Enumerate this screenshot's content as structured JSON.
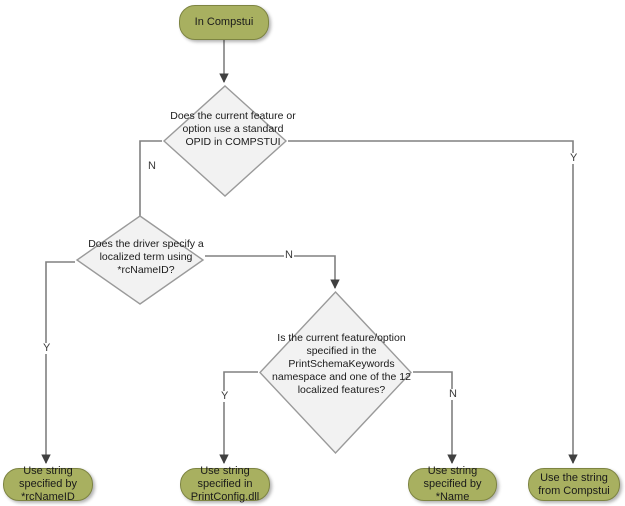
{
  "diagram": {
    "title": "Compstui string resolution flowchart",
    "colors": {
      "terminator_fill": "#a8b060",
      "terminator_stroke": "#7d8442",
      "decision_fill": "#f2f2f2",
      "decision_stroke": "#9a9a9a",
      "connector": "#808080",
      "arrowhead": "#404040",
      "text": "#1a1a1a"
    },
    "nodes": {
      "start": {
        "label": "In Compstui",
        "type": "terminator"
      },
      "decision_opid": {
        "label": "Does the current feature or option use a standard OPID in COMPSTUI",
        "type": "decision"
      },
      "decision_rcnameid": {
        "label": "Does the driver specify a localized term using *rcNameID?",
        "type": "decision"
      },
      "decision_printschema": {
        "label": "Is the current feature/option specified in the PrintSchemaKeywords namespace and one of the 12 localized features?",
        "type": "decision"
      },
      "end_rcnameid": {
        "label": "Use string specified by *rcNameID",
        "type": "terminator"
      },
      "end_printconfig": {
        "label": "Use string specified in PrintConfig.dll",
        "type": "terminator"
      },
      "end_name": {
        "label": "Use string specified by *Name",
        "type": "terminator"
      },
      "end_compstui": {
        "label": "Use the string from Compstui",
        "type": "terminator"
      }
    },
    "edge_labels": {
      "opid_no": "N",
      "opid_yes": "Y",
      "rcnameid_yes": "Y",
      "rcnameid_no": "N",
      "printschema_yes": "Y",
      "printschema_no": "N"
    }
  }
}
